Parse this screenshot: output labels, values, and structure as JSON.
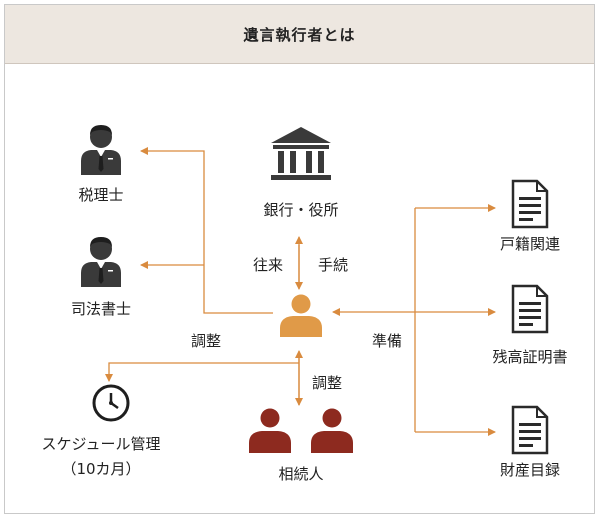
{
  "title": "遺言執行者とは",
  "nodes": {
    "tax_accountant": "税理士",
    "judicial_scrivener": "司法書士",
    "bank_office": "銀行・役所",
    "family_register": "戸籍関連",
    "balance_certificate": "残高証明書",
    "property_inventory": "財産目録",
    "heirs": "相続人",
    "schedule_line1": "スケジュール管理",
    "schedule_line2": "（10カ月）"
  },
  "edge_labels": {
    "adjust_left": "調整",
    "adjust_bottom": "調整",
    "visit": "往来",
    "procedure": "手続",
    "prepare": "準備"
  },
  "colors": {
    "accent": "#d98b3f",
    "person_orange": "#e09a48",
    "heirs_red": "#8d2a1f",
    "icon_dark": "#3a3a3a",
    "header_bg": "#ede7e0"
  }
}
